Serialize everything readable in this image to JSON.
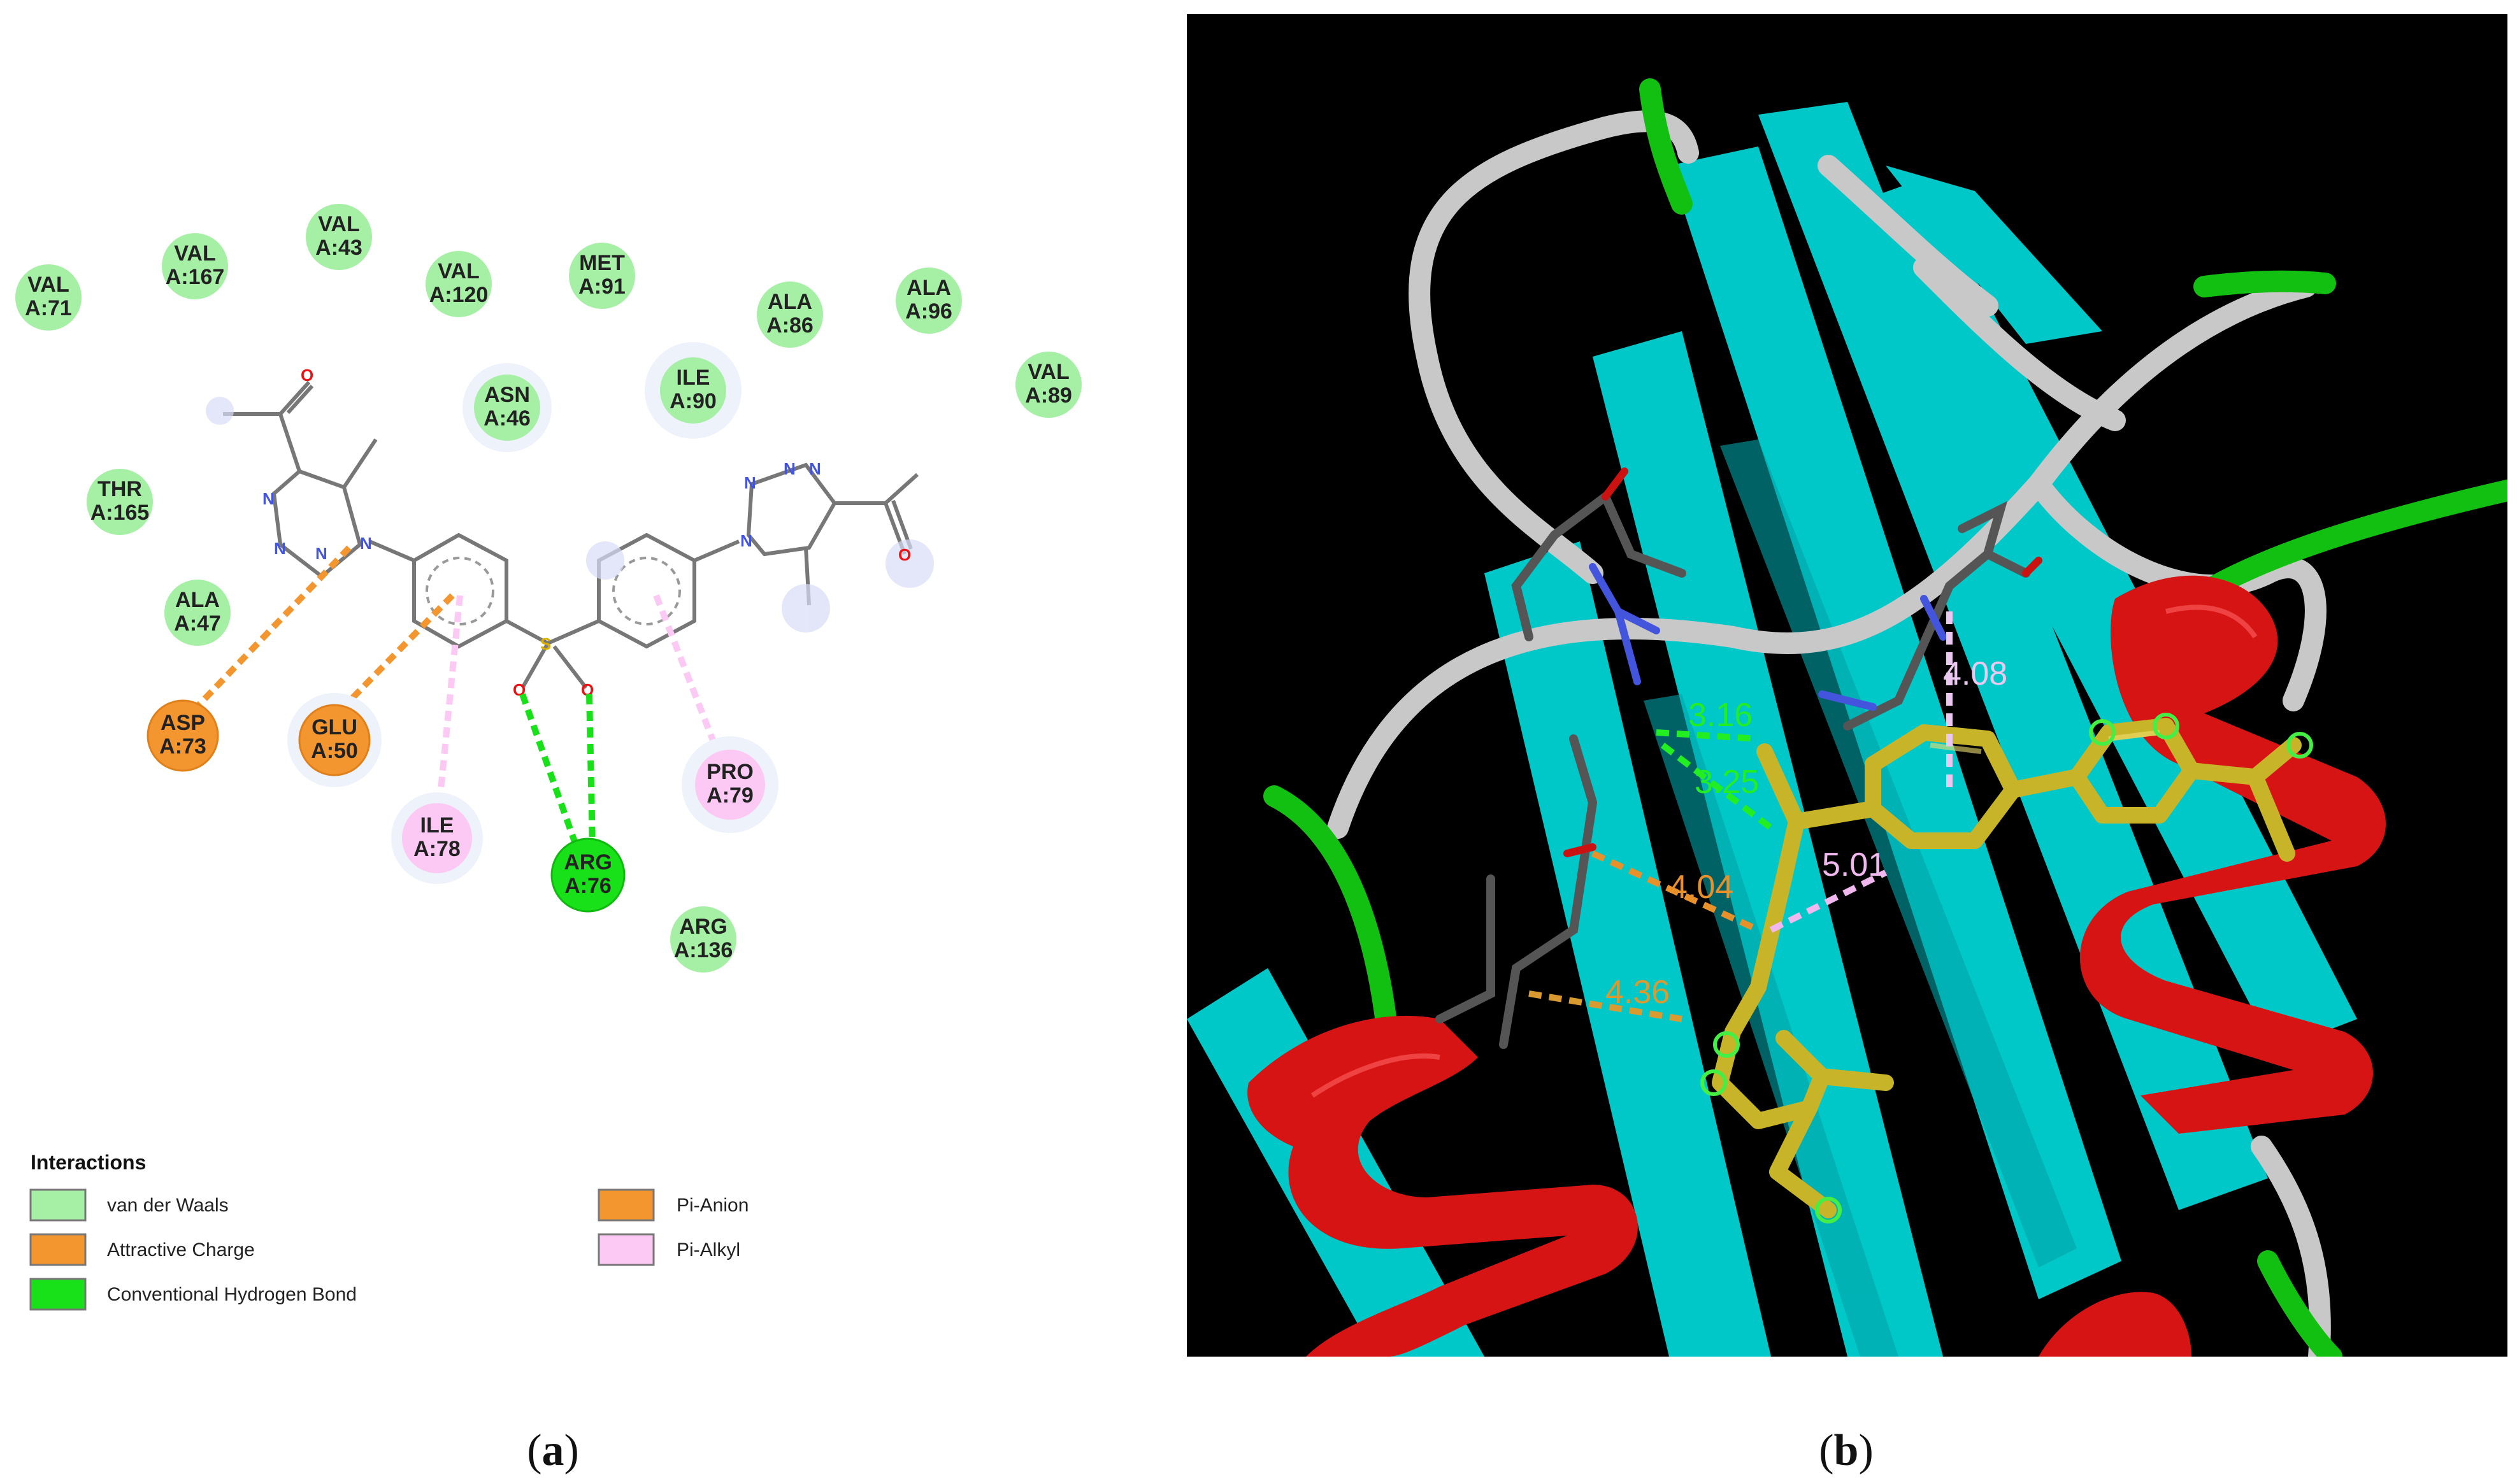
{
  "panel_a": {
    "residues": [
      {
        "name": "VAL",
        "num": "A:71",
        "type": "vdw"
      },
      {
        "name": "VAL",
        "num": "A:167",
        "type": "vdw"
      },
      {
        "name": "VAL",
        "num": "A:43",
        "type": "vdw"
      },
      {
        "name": "VAL",
        "num": "A:120",
        "type": "vdw"
      },
      {
        "name": "MET",
        "num": "A:91",
        "type": "vdw"
      },
      {
        "name": "ALA",
        "num": "A:86",
        "type": "vdw"
      },
      {
        "name": "ALA",
        "num": "A:96",
        "type": "vdw"
      },
      {
        "name": "VAL",
        "num": "A:89",
        "type": "vdw"
      },
      {
        "name": "ASN",
        "num": "A:46",
        "type": "vdw"
      },
      {
        "name": "ILE",
        "num": "A:90",
        "type": "vdw"
      },
      {
        "name": "THR",
        "num": "A:165",
        "type": "vdw"
      },
      {
        "name": "ALA",
        "num": "A:47",
        "type": "vdw"
      },
      {
        "name": "ASP",
        "num": "A:73",
        "type": "charge"
      },
      {
        "name": "GLU",
        "num": "A:50",
        "type": "charge"
      },
      {
        "name": "ILE",
        "num": "A:78",
        "type": "pialkyl"
      },
      {
        "name": "ARG",
        "num": "A:76",
        "type": "hbond"
      },
      {
        "name": "PRO",
        "num": "A:79",
        "type": "pialkyl"
      },
      {
        "name": "ARG",
        "num": "A:136",
        "type": "vdw"
      }
    ],
    "atoms": {
      "oxygen": "O",
      "nitrogen": "N",
      "sulfur": "S"
    },
    "legend_title": "Interactions",
    "legend": [
      {
        "label": "van der Waals",
        "color": "#a6f0a6"
      },
      {
        "label": "Attractive Charge",
        "color": "#f3962f"
      },
      {
        "label": "Conventional Hydrogen Bond",
        "color": "#19e119"
      },
      {
        "label": "Pi-Anion",
        "color": "#f3962f"
      },
      {
        "label": "Pi-Alkyl",
        "color": "#fbc9f3"
      }
    ],
    "caption": "a"
  },
  "panel_b": {
    "distances": [
      {
        "value": "3.16",
        "color": "#22ee22"
      },
      {
        "value": "3.25",
        "color": "#22ee22"
      },
      {
        "value": "4.04",
        "color": "#e8902a"
      },
      {
        "value": "4.36",
        "color": "#d99a30"
      },
      {
        "value": "5.01",
        "color": "#f0b8ee"
      },
      {
        "value": "4.08",
        "color": "#eac8f0"
      }
    ],
    "caption": "b"
  },
  "colors": {
    "vdw": "#a6f0a6",
    "charge": "#f3962f",
    "hbond": "#19e119",
    "pialkyl": "#fbc9f3",
    "helix": "#d71414",
    "sheet": "#00c8c8",
    "coil": "#c8c8c8",
    "turn": "#12c012",
    "ligand": "#c8b428"
  }
}
